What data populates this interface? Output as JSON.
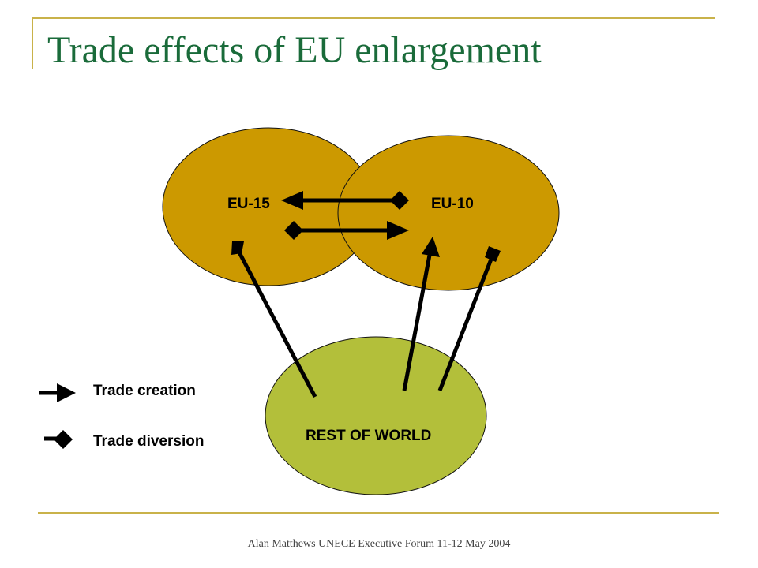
{
  "title": "Trade effects of EU enlargement",
  "footer": "Alan Matthews UNECE Executive Forum 11-12 May 2004",
  "diagram": {
    "nodes": {
      "eu15": {
        "label": "EU-15",
        "color": "#cc9900"
      },
      "eu10": {
        "label": "EU-10",
        "color": "#cc9900"
      },
      "rest_of_world": {
        "label": "REST OF WORLD",
        "color": "#b3bf3a"
      }
    },
    "legend": {
      "trade_creation": "Trade creation",
      "trade_diversion": "Trade diversion"
    }
  },
  "colors": {
    "title": "#1a6b3a",
    "rule": "#c9b24a",
    "arrow": "#000000"
  }
}
